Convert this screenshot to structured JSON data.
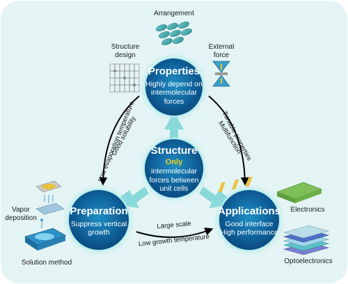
{
  "nodes": {
    "properties": {
      "title": "Properties",
      "subtitle": "Highly depend on intermolecular forces"
    },
    "structure": {
      "title": "Structure",
      "highlight": "Only",
      "subtitle": "intermolecular forces between unit cells"
    },
    "preparation": {
      "title": "Preparation",
      "subtitle": "Suppress vertical growth"
    },
    "applications": {
      "title": "Applications",
      "subtitle": "Good interface High performance"
    }
  },
  "icon_labels": {
    "arrangement": "Arrangement",
    "structure_design": "Structure design",
    "external_force": "External force",
    "vapor_deposition": "Vapor deposition",
    "solution_method": "Solution method",
    "electronics": "Electronics",
    "optoelectronics": "Optoelectronics"
  },
  "arrow_labels": {
    "left_outer": "Low evaporation temperature",
    "left_inner": "Good solubility",
    "right_outer": "Tunable properties",
    "right_inner": "Multifunction",
    "bottom_top": "Large scale",
    "bottom_bottom": "Low growth temperature"
  },
  "colors": {
    "background": "#e3f3f3",
    "node_dark": "#0b4f86",
    "node_mid": "#1a7fb5",
    "glow": "#7fd6d8",
    "arrow": "#000000",
    "highlight": "#f4d21c"
  }
}
